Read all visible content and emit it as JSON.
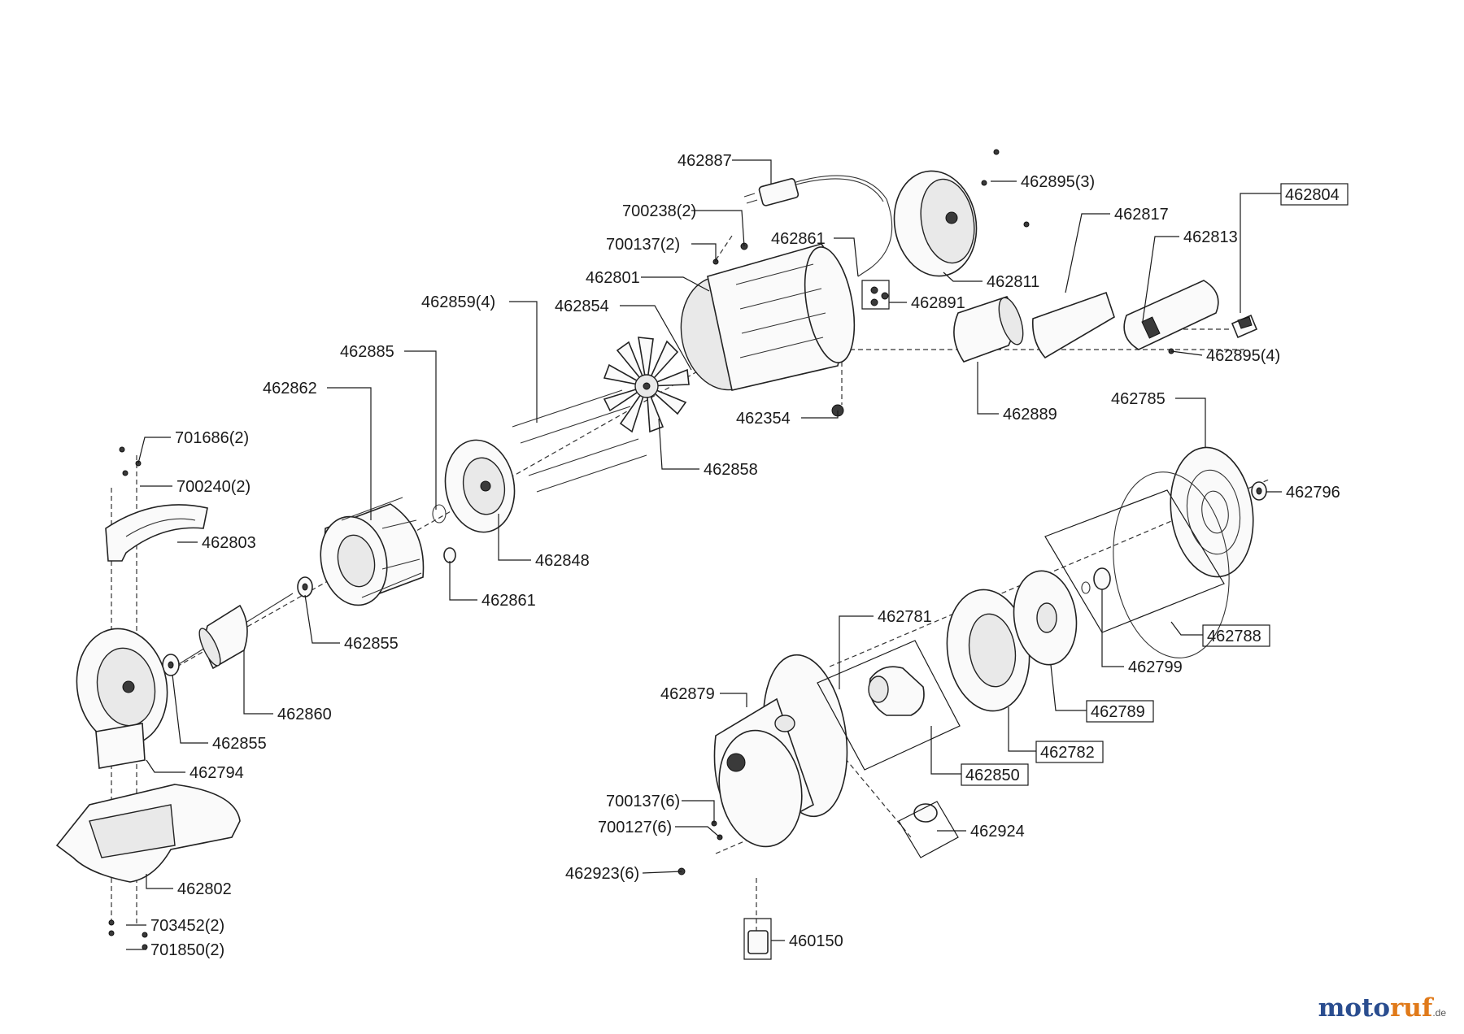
{
  "brand": {
    "name_a": "moto",
    "name_b": "ruf",
    "tld": ".de"
  },
  "labels": [
    "462887",
    "700238(2)",
    "700137(2)",
    "462801",
    "462861",
    "462895(3)",
    "462817",
    "462804",
    "462813",
    "462811",
    "462891",
    "462895(4)",
    "462854",
    "462859(4)",
    "462885",
    "462862",
    "462354",
    "462889",
    "462785",
    "701686(2)",
    "700240(2)",
    "462803",
    "462858",
    "462848",
    "462861",
    "462796",
    "462855",
    "462788",
    "462781",
    "462799",
    "462860",
    "462855",
    "462789",
    "462794",
    "462879",
    "462782",
    "462850",
    "700137(6)",
    "700127(6)",
    "462924",
    "462923(6)",
    "462802",
    "460150",
    "703452(2)",
    "701850(2)"
  ]
}
